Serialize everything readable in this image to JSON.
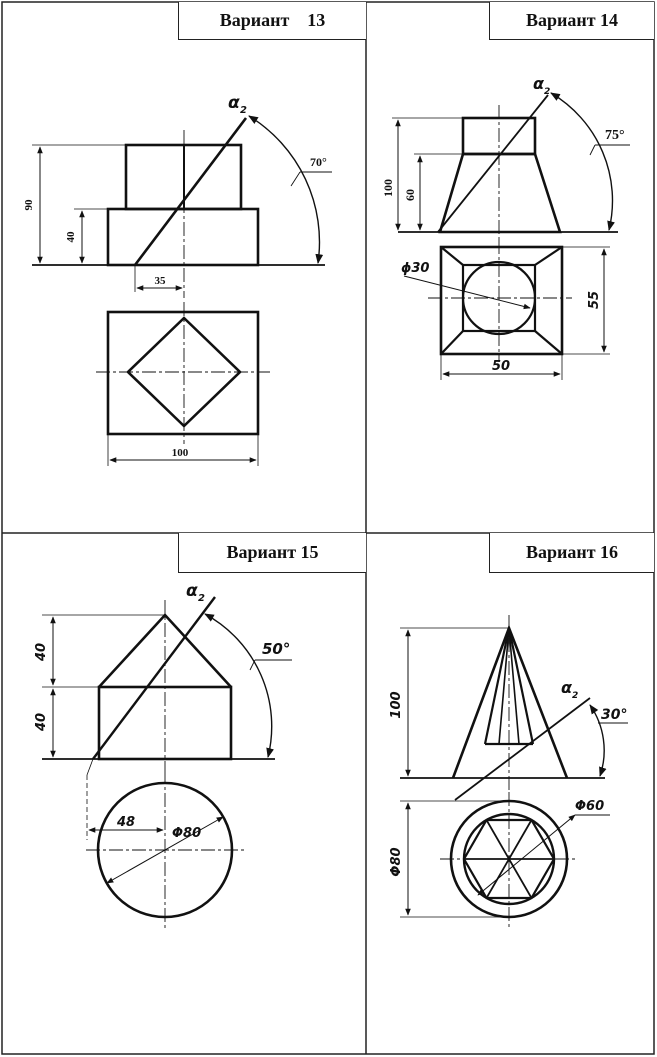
{
  "variants": [
    {
      "title": "Вариант    13",
      "angle_label": "70°",
      "alpha_label": "α",
      "alpha_sub": "2",
      "dims": {
        "height_total": "90",
        "height_lower": "40",
        "offset": "35",
        "width": "100"
      }
    },
    {
      "title": "Вариант 14",
      "angle_label": "75°",
      "alpha_label": "α",
      "alpha_sub": "2",
      "dims": {
        "height_total": "100",
        "height_lower": "60",
        "diameter": "ϕ30",
        "depth": "55",
        "width": "50"
      }
    },
    {
      "title": "Вариант 15",
      "angle_label": "50°",
      "alpha_label": "α",
      "alpha_sub": "2",
      "dims": {
        "height_upper": "40",
        "height_lower": "40",
        "offset": "48",
        "diameter": "Φ80"
      }
    },
    {
      "title": "Вариант 16",
      "angle_label": "30°",
      "alpha_label": "α",
      "alpha_sub": "2",
      "dims": {
        "height": "100",
        "diameter_inner": "Φ60",
        "diameter_outer": "Φ80"
      }
    }
  ]
}
